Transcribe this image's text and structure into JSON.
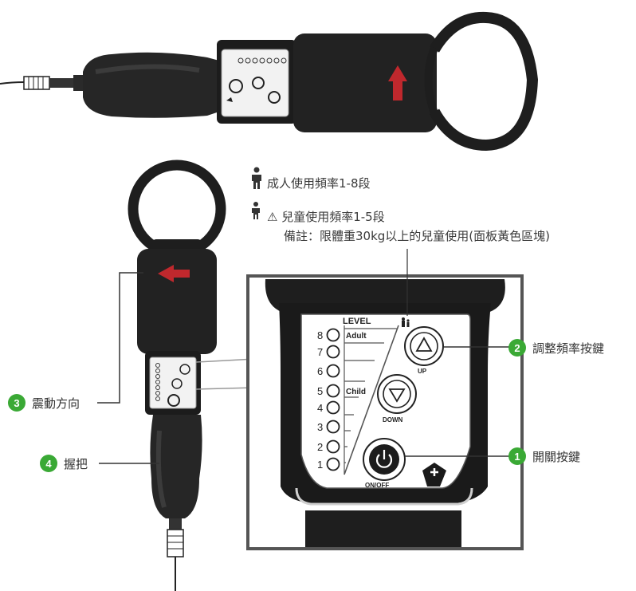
{
  "legend": {
    "adult_text": "成人使用頻率1-8段",
    "child_text": "⚠ 兒童使用頻率1-5段",
    "note_text": "備註：限體重30kg以上的兒童使用(面板黃色區塊)"
  },
  "callouts": [
    {
      "number": "1",
      "label": "開關按鍵"
    },
    {
      "number": "2",
      "label": "調整頻率按鍵"
    },
    {
      "number": "3",
      "label": "震動方向"
    },
    {
      "number": "4",
      "label": "握把"
    }
  ],
  "panel": {
    "level_title": "LEVEL",
    "levels": [
      "1",
      "2",
      "3",
      "4",
      "5",
      "6",
      "7",
      "8"
    ],
    "adult_tag": "Adult",
    "child_tag": "Child",
    "up_label": "UP",
    "down_label": "DOWN",
    "power_label": "ON/OFF"
  },
  "colors": {
    "callout_badge": "#3aa935",
    "direction_arrow": "#c0282d",
    "panel_frame": "#555555",
    "device_body": "#1f1f1f"
  },
  "icons": [
    "adult-person-icon",
    "child-person-icon",
    "warning-icon",
    "up-triangle-icon",
    "down-triangle-icon",
    "power-icon",
    "brand-logo-icon",
    "direction-arrow-icon"
  ]
}
